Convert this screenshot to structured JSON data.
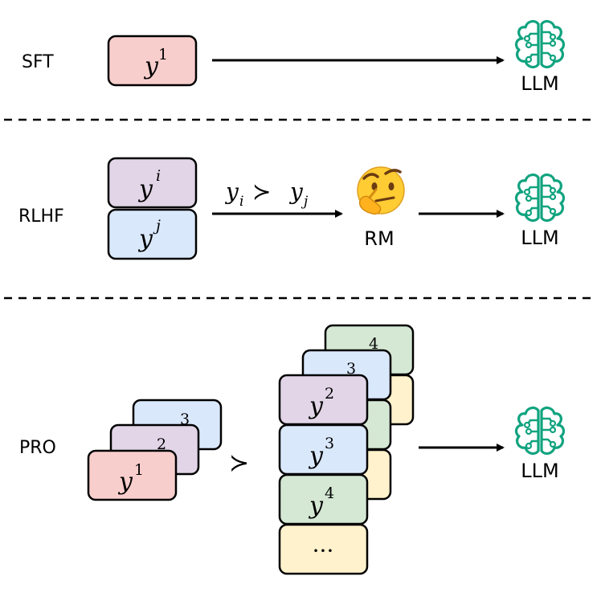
{
  "sections": {
    "sft": {
      "label": "SFT",
      "response": {
        "base": "y",
        "sup": "1"
      },
      "target": "LLM"
    },
    "rlhf": {
      "label": "RLHF",
      "responses": [
        {
          "base": "y",
          "sup": "i"
        },
        {
          "base": "y",
          "sup": "j"
        }
      ],
      "preference": {
        "left": "y",
        "left_sub": "i",
        "op": "≻",
        "right": "y",
        "right_sub": "j"
      },
      "reward_model": "RM",
      "reward_icon": "thinking-face-icon",
      "target": "LLM"
    },
    "pro": {
      "label": "PRO",
      "left_stack": [
        {
          "base": "y",
          "sup": "3"
        },
        {
          "base": "y",
          "sup": "2"
        },
        {
          "base": "y",
          "sup": "1"
        }
      ],
      "op": "≻",
      "right_stack_back": [
        {
          "base": "y",
          "sup": "4"
        },
        {
          "base": "y",
          "sup": "3"
        }
      ],
      "right_stack_front": [
        {
          "base": "y",
          "sup": "2"
        },
        {
          "base": "y",
          "sup": "3"
        },
        {
          "base": "y",
          "sup": "4"
        },
        {
          "text": "···"
        }
      ],
      "target": "LLM"
    }
  },
  "colors": {
    "red": "#f8cecc",
    "purple": "#e1d5e7",
    "blue": "#dae8fc",
    "green": "#d5e8d4",
    "yellow": "#fff2cc",
    "llm_green": "#10a37f"
  },
  "icons": {
    "llm": "brain-circuit-icon",
    "rm": "thinking-face-icon"
  }
}
